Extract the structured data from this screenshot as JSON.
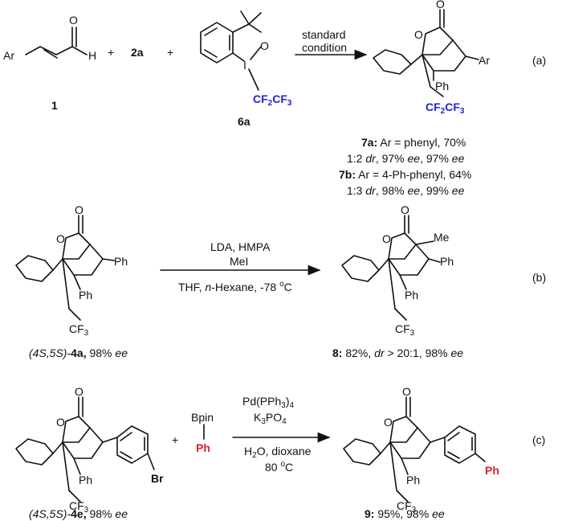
{
  "scheme_a": {
    "label": "(a)",
    "reactant1": {
      "number": "1",
      "ar": "Ar",
      "o": "O",
      "h": "H"
    },
    "plus": "+",
    "reagent2a": "2a",
    "reagent6a": {
      "number": "6a",
      "i": "I",
      "o": "O",
      "group": "CF2CF3"
    },
    "condition_line1": "standard",
    "condition_line2": "condition",
    "product": {
      "o_carbonyl": "O",
      "o_ring": "O",
      "ar": "Ar",
      "ph": "Ph",
      "group": "CF2CF3"
    },
    "result1_name": "7a:",
    "result1_text": " Ar = phenyl, 70%",
    "result1_sel_pre": "1:2 ",
    "result1_sel_dr": "dr",
    "result1_sel_mid": ", 97% ",
    "result1_sel_ee1": "ee",
    "result1_sel_mid2": ", 97% ",
    "result1_sel_ee2": "ee",
    "result2_name": "7b:",
    "result2_text": " Ar = 4-Ph-phenyl, 64%",
    "result2_sel_pre": "1:3 ",
    "result2_sel_dr": "dr",
    "result2_sel_mid": ", 98% ",
    "result2_sel_ee1": "ee",
    "result2_sel_mid2": ", 99% ",
    "result2_sel_ee2": "ee"
  },
  "scheme_b": {
    "label": "(b)",
    "reactant": {
      "o_carbonyl": "O",
      "o_ring": "O",
      "ph1": "Ph",
      "ph2": "Ph",
      "cf3": "CF3"
    },
    "reactant_label_stereo": "(4S,5S)-",
    "reactant_label_name": "4a,",
    "reactant_label_yield": " 98% ",
    "reactant_label_ee": "ee",
    "condition_line1": "LDA, HMPA",
    "condition_line2": "MeI",
    "condition_line3_pre": "THF, ",
    "condition_line3_ital": "n",
    "condition_line3_post": "-Hexane, -78 ",
    "condition_line3_deg": "o",
    "condition_line3_c": "C",
    "product": {
      "o_carbonyl": "O",
      "o_ring": "O",
      "me": "Me",
      "ph1": "Ph",
      "ph2": "Ph",
      "cf3": "CF3"
    },
    "product_label_name": "8:",
    "product_label_text": " 82%, ",
    "product_label_dr": "dr",
    "product_label_text2": " > 20:1, 98% ",
    "product_label_ee": "ee"
  },
  "scheme_c": {
    "label": "(c)",
    "reactant": {
      "o_carbonyl": "O",
      "o_ring": "O",
      "ph": "Ph",
      "br": "Br",
      "cf3": "CF3"
    },
    "plus": "+",
    "boronate": {
      "bpin": "Bpin",
      "ph": "Ph"
    },
    "reactant_label_stereo": "(4S,5S)-",
    "reactant_label_name": "4e,",
    "reactant_label_yield": " 98% ",
    "reactant_label_ee": "ee",
    "condition_line1": "Pd(PPh3)4",
    "condition_line2": "K3PO4",
    "condition_line3": "H2O, dioxane",
    "condition_line4_pre": "80 ",
    "condition_line4_deg": "o",
    "condition_line4_c": "C",
    "product": {
      "o_carbonyl": "O",
      "o_ring": "O",
      "ph": "Ph",
      "ph_red": "Ph",
      "cf3": "CF3"
    },
    "product_label_name": "9:",
    "product_label_text": " 95%, 98% ",
    "product_label_ee": "ee"
  }
}
